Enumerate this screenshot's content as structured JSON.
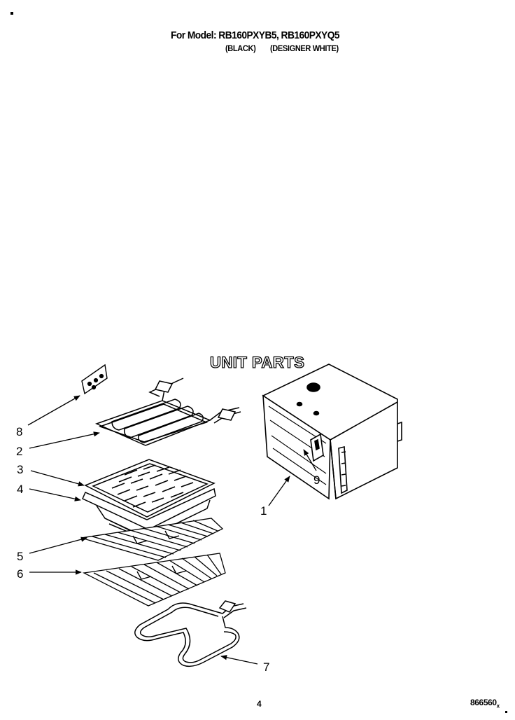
{
  "header": {
    "title": "For Model: RB160PXYB5, RB160PXYQ5",
    "variant_black": "(BLACK)",
    "variant_white": "(DESIGNER WHITE)"
  },
  "section_title": "UNIT PARTS",
  "callouts": {
    "c1": "1",
    "c2": "2",
    "c3": "3",
    "c4": "4",
    "c5": "5",
    "c6": "6",
    "c7": "7",
    "c8": "8",
    "c9": "9"
  },
  "footer": {
    "page_number": "4",
    "figure_number": "866560",
    "figure_suffix": "x"
  }
}
